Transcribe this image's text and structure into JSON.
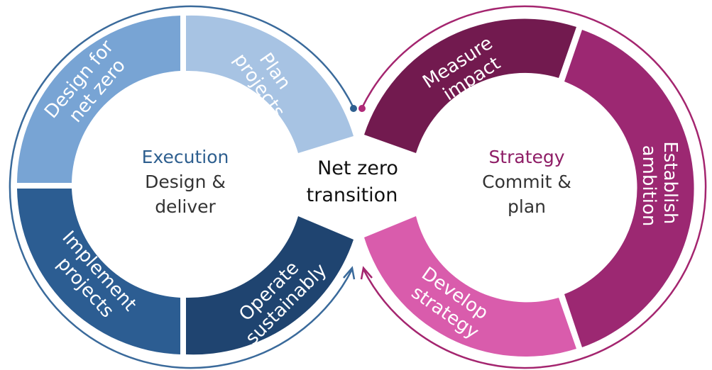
{
  "execution": {
    "title": "Execution",
    "subtitle_line1": "Design &",
    "subtitle_line2": "deliver",
    "segments": {
      "plan": {
        "line1": "Plan",
        "line2": "projects",
        "color": "#a7c3e3"
      },
      "design": {
        "line1": "Design for",
        "line2": "net zero",
        "color": "#78a4d4"
      },
      "implement": {
        "line1": "Implement",
        "line2": "projects",
        "color": "#2c5d92"
      },
      "operate": {
        "line1": "Operate",
        "line2": "sustainably",
        "color": "#1f4470"
      }
    },
    "accent": "#3a6a9b"
  },
  "strategy": {
    "title": "Strategy",
    "subtitle_line1": "Commit &",
    "subtitle_line2": "plan",
    "segments": {
      "measure": {
        "line1": "Measure",
        "line2": "impact",
        "color": "#721a4f"
      },
      "establish": {
        "line1": "Establish",
        "line2": "ambition",
        "color": "#9c2872"
      },
      "develop": {
        "line1": "Develop",
        "line2": "strategy",
        "color": "#d95cac"
      }
    },
    "accent": "#a4256f"
  },
  "center": {
    "line1": "Net zero",
    "line2": "transition"
  }
}
